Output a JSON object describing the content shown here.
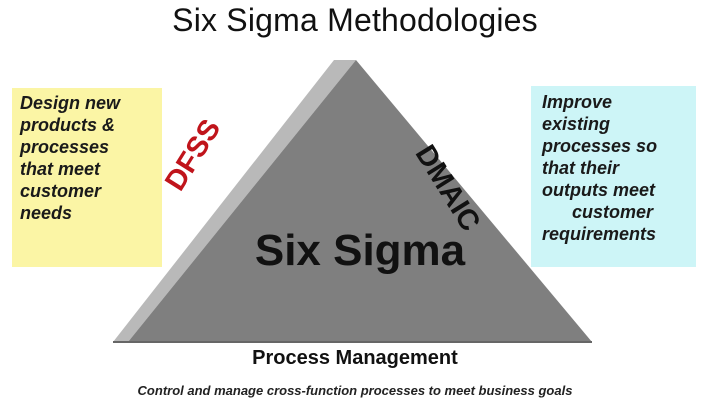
{
  "title": "Six Sigma Methodologies",
  "left_note": {
    "text": "Design new\nproducts &\nprocesses\nthat meet\ncustomer\nneeds",
    "background": "#fbf5a5"
  },
  "right_note": {
    "text": "Improve\nexisting\nprocesses so\nthat their\noutputs meet\n      customer\nrequirements",
    "background": "#cdf5f7"
  },
  "left_side_label": {
    "text": "DFSS",
    "color": "#c0141b"
  },
  "right_side_label": {
    "text": "DMAIC",
    "color": "#111111"
  },
  "center_label": "Six Sigma",
  "base_label": "Process Management",
  "caption": "Control and manage cross-function processes to meet business goals",
  "colors": {
    "triangle_face": "#7f7f7f",
    "triangle_bevel": "#b9b9b9",
    "triangle_edge": "#666666"
  }
}
